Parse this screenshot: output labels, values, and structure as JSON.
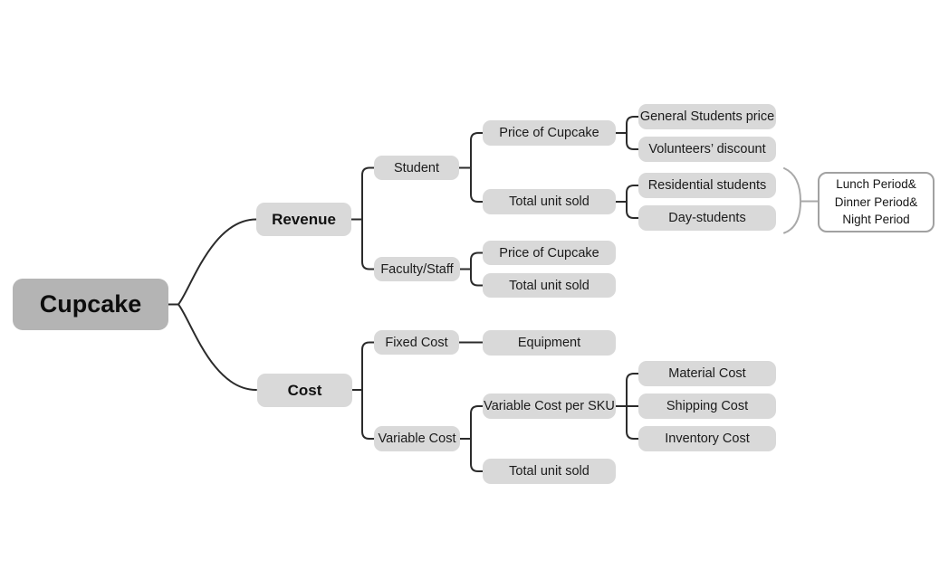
{
  "diagram": {
    "title": "Cupcake cost-revenue mind map",
    "colors": {
      "background": "#ffffff",
      "root_fill": "#b4b4b4",
      "node_fill": "#d9d9d9",
      "connector": "#2b2b2b",
      "summary_connector": "#a9a9a9",
      "summary_border": "#a1a1a1",
      "text": "#1b1b1b"
    },
    "nodes": {
      "cupcake": "Cupcake",
      "revenue": "Revenue",
      "cost": "Cost",
      "student": "Student",
      "faculty_staff": "Faculty/Staff",
      "student_price_of_cupcake": "Price of Cupcake",
      "student_total_unit_sold": "Total unit sold",
      "general_students_price": "General Students price",
      "volunteers_discount": "Volunteers’ discount",
      "residential_students": "Residential students",
      "day_students": "Day-students",
      "faculty_price_of_cupcake": "Price of Cupcake",
      "faculty_total_unit_sold": "Total unit sold",
      "fixed_cost": "Fixed Cost",
      "equipment": "Equipment",
      "variable_cost": "Variable Cost",
      "variable_cost_per_sku": "Variable Cost per SKU",
      "material_cost": "Material Cost",
      "shipping_cost": "Shipping Cost",
      "inventory_cost": "Inventory Cost",
      "cost_total_unit_sold": "Total unit sold",
      "summary_periods": "Lunch Period&\nDinner Period&\nNight Period"
    }
  }
}
